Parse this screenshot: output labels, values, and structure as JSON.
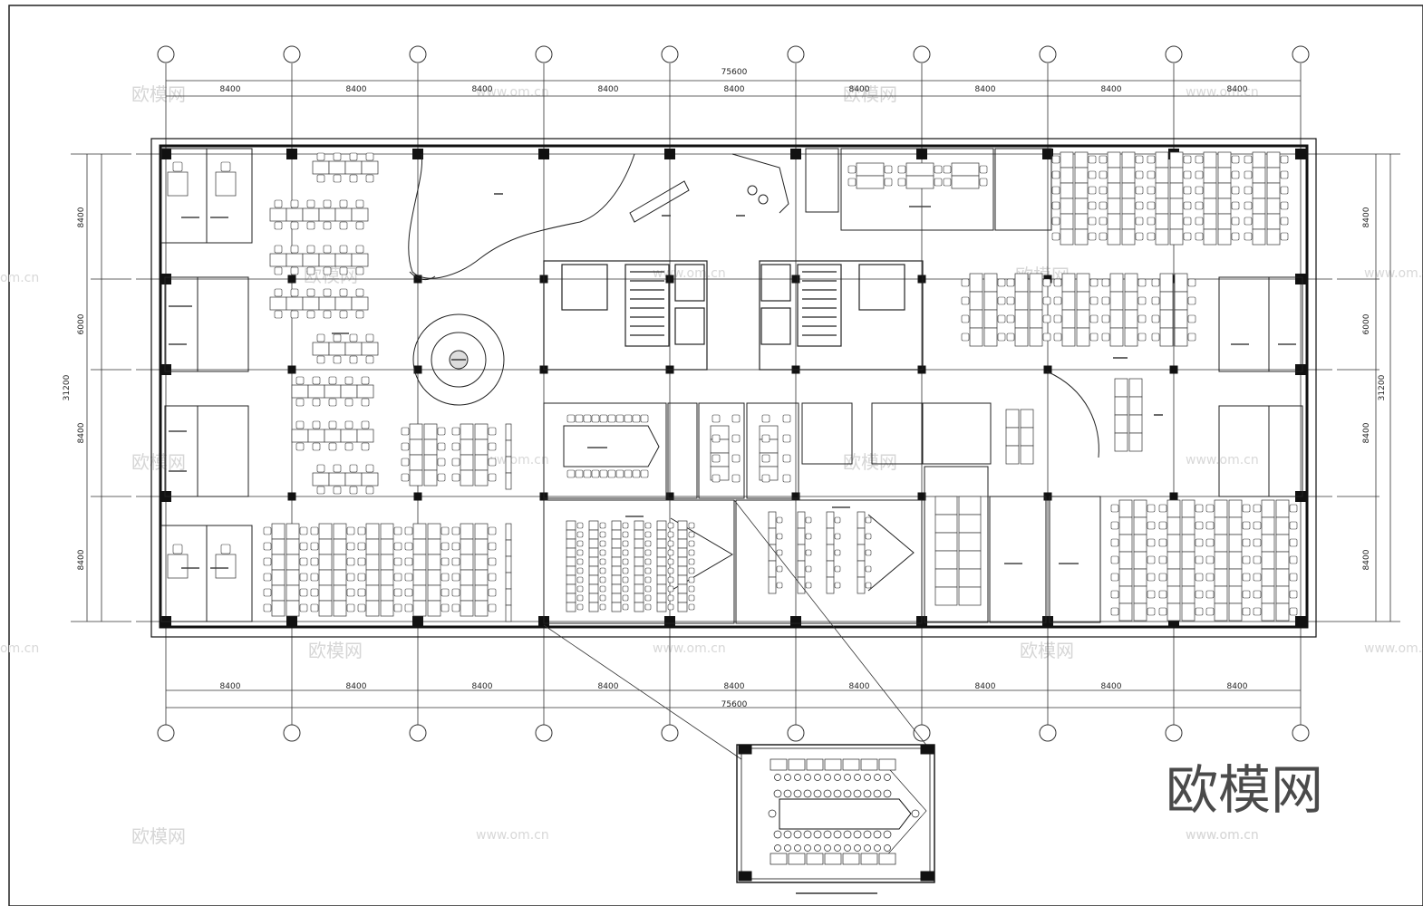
{
  "dimensions": {
    "top_total": "75600",
    "bottom_total": "75600",
    "right_total": "31200",
    "left_total": "31200",
    "top_segments": [
      "8400",
      "8400",
      "8400",
      "8400",
      "8400",
      "8400",
      "8400",
      "8400",
      "8400"
    ],
    "bottom_segments": [
      "8400",
      "8400",
      "8400",
      "8400",
      "8400",
      "8400",
      "8400",
      "8400",
      "8400"
    ],
    "left_segments": [
      "8400",
      "6000",
      "8400",
      "8400"
    ],
    "right_segments": [
      "8400",
      "6000",
      "8400",
      "8400"
    ]
  },
  "watermark": {
    "logo_text": "欧模网",
    "brand": "欧模网",
    "url": "www.om.cn",
    "url_short": "om.cn"
  }
}
